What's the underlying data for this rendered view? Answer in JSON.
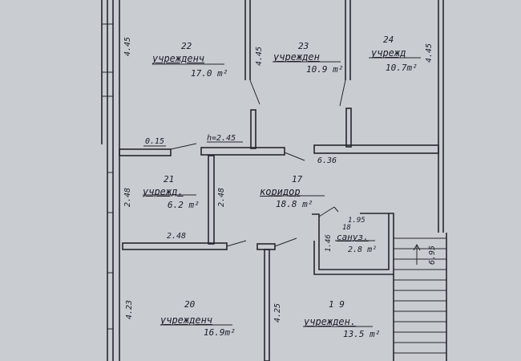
{
  "rooms": {
    "r22": {
      "number": "22",
      "name": "учрежденч",
      "area": "17.0 m²"
    },
    "r23": {
      "number": "23",
      "name": "учрежден",
      "area": "10.9 m²"
    },
    "r24": {
      "number": "24",
      "name": "учрежд",
      "area": "10.7m²"
    },
    "r21": {
      "number": "21",
      "name": "учрежд.",
      "area": "6.2 m²"
    },
    "r17": {
      "number": "17",
      "name": "коридор",
      "area": "18.8 m²"
    },
    "r18": {
      "number": "18",
      "name": "сануз.",
      "area": "2.8 m²"
    },
    "r20": {
      "number": "20",
      "name": "учрежденч",
      "area": "16.9m²"
    },
    "r19": {
      "number": "1 9",
      "name": "учрежден.",
      "area": "13.5 m²"
    }
  },
  "dimensions": {
    "d_445_a": "4.45",
    "d_445_b": "4.45",
    "d_445_c": "4.45",
    "d_015": "0.15",
    "d_h245": "h=2.45",
    "d_636": "6.36",
    "d_248_a": "2.48",
    "d_248_b": "2.48",
    "d_248_c": "2.48",
    "d_195": "1.95",
    "d_146": "1.46",
    "d_695": "6.95",
    "d_423": "4.23",
    "d_425": "4.25"
  },
  "colors": {
    "paper": "#c9cdd2",
    "ink": "#26262e"
  }
}
